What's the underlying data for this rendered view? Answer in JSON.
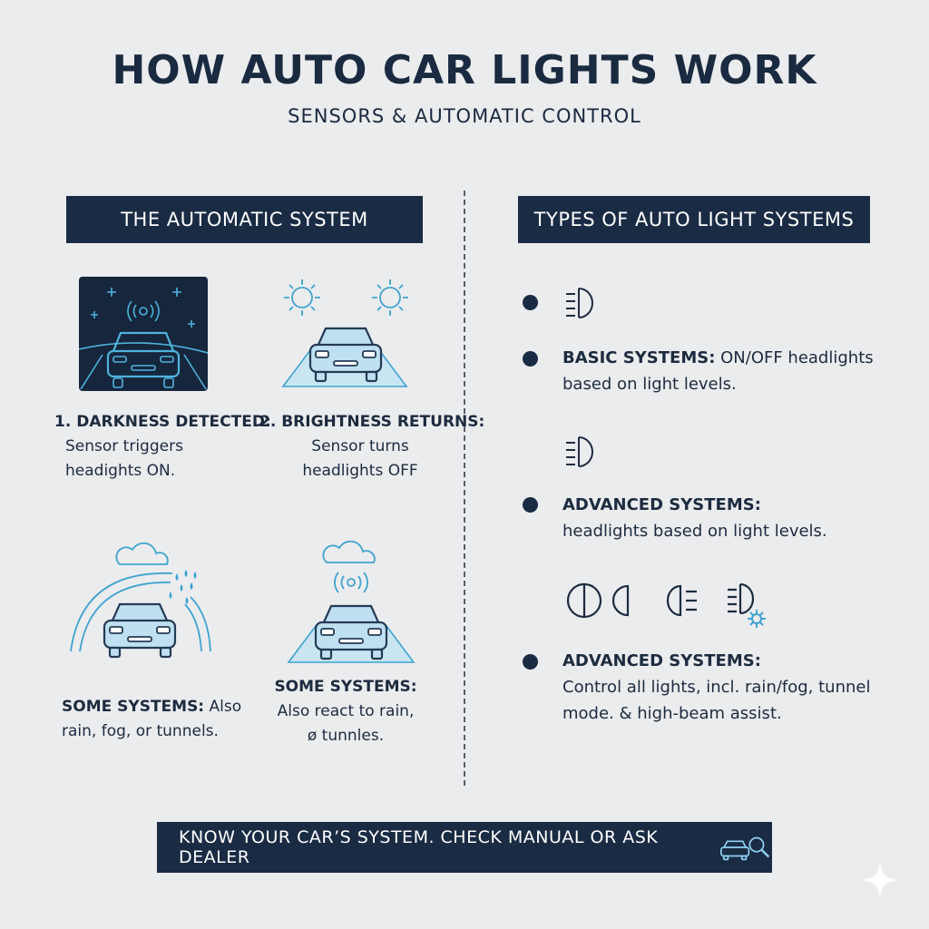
{
  "header": {
    "title": "HOW AUTO CAR LIGHTS WORK",
    "subtitle": "SENSORS & AUTOMATIC CONTROL"
  },
  "left_section": {
    "heading": "THE AUTOMATIC SYSTEM",
    "steps": [
      {
        "title": "1. DARKNESS DETECTED:",
        "line1": "Sensor triggers",
        "line2": "headights ON."
      },
      {
        "title": "2. BRIGHTNESS RETURNS:",
        "line1": "Sensor turns",
        "line2": "headlights OFF"
      },
      {
        "title": "SOME SYSTEMS:",
        "line1": " Also",
        "line2": "rain, fog, or tunnels."
      },
      {
        "title": "SOME SYSTEMS:",
        "line1": "Also react to rain,",
        "line2": "ø tunnles."
      }
    ]
  },
  "right_section": {
    "heading": "TYPES OF AUTO LIGHT SYSTEMS",
    "items": [
      {
        "key": "BASIC SYSTEMS:",
        "text1": " ON/OFF headlights",
        "text2": "based on light levels."
      },
      {
        "key": "ADVANCED SYSTEMS:",
        "text1": "",
        "text2": "headlights based on light levels."
      },
      {
        "key": "ADVANCED SYSTEMS:",
        "text1": "",
        "text2": "Control all lights, incl. rain/fog, tunnel",
        "text3": "mode. & high-beam assist."
      }
    ]
  },
  "footer": {
    "cta": "KNOW YOUR CAR’S SYSTEM. CHECK MANUAL OR ASK DEALER"
  },
  "icons": {
    "car": "car-icon",
    "sun": "sun-icon",
    "cloud": "cloud-icon",
    "sensor": "sensor-icon",
    "headlight": "headlight-icon",
    "search": "magnifier-icon"
  },
  "colors": {
    "navy": "#1a2b44",
    "blue_line": "#3fa3cf",
    "blue_fill": "#bfe0f0",
    "background": "#ebecee"
  }
}
